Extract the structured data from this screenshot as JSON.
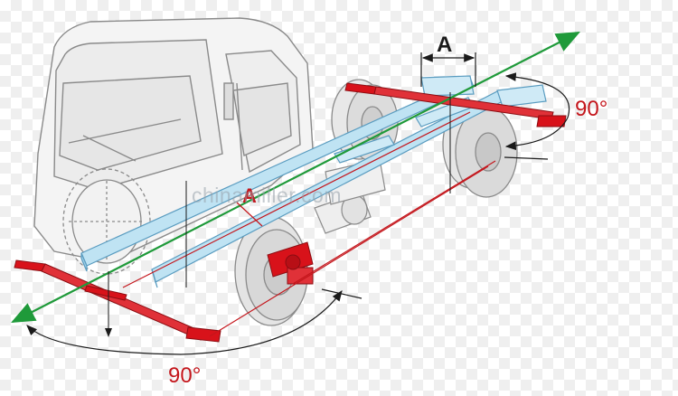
{
  "labels": {
    "a_top": "A",
    "a_mid": "A",
    "angle_right": "90°",
    "angle_bottom": "90°"
  },
  "watermark": "chinamiller.com",
  "colors": {
    "frame_beam": "#bfe3f3",
    "frame_edge": "#5a9cc0",
    "red_accent": "#c4161c",
    "green_axis": "#1f9a3a",
    "truck_line": "#8a8a8a"
  }
}
